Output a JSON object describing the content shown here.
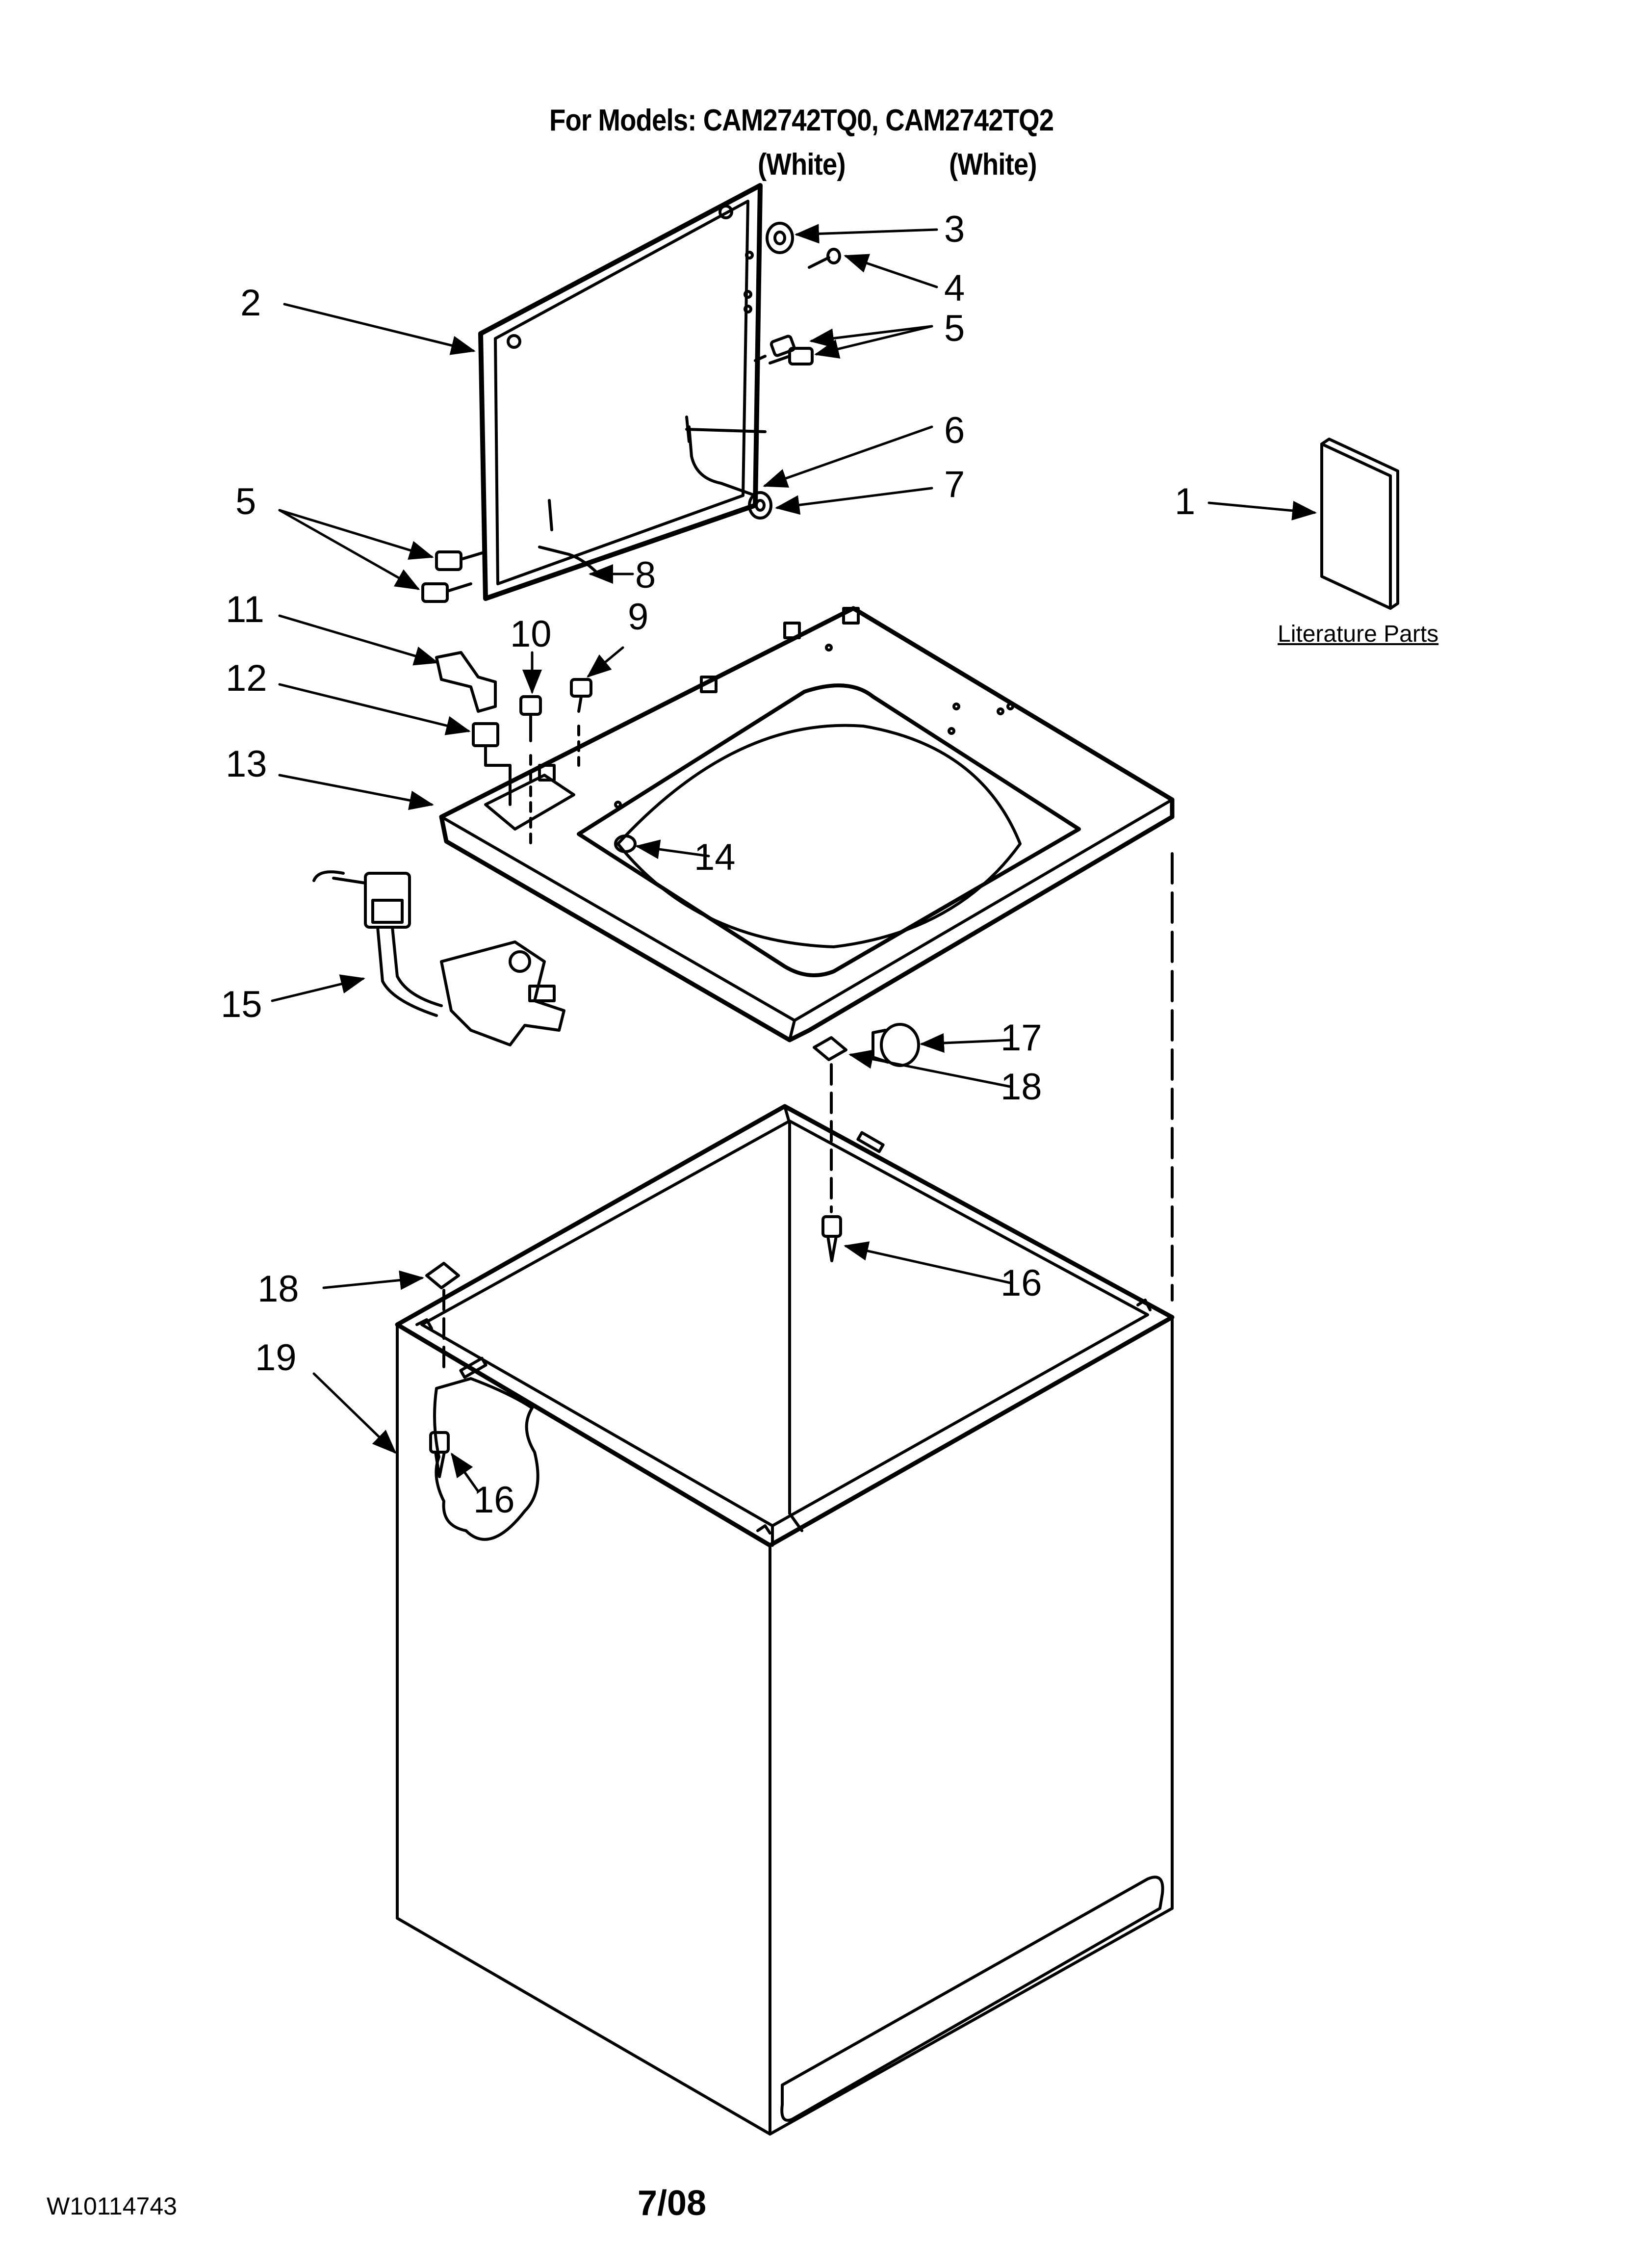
{
  "header": {
    "models_line": "For Models: CAM2742TQ0, CAM2742TQ2",
    "color_a": "(White)",
    "color_b": "(White)"
  },
  "literature": {
    "label": "Literature Parts"
  },
  "callouts": {
    "c1": "1",
    "c2": "2",
    "c3": "3",
    "c4": "4",
    "c5a": "5",
    "c5b": "5",
    "c6": "6",
    "c7": "7",
    "c8": "8",
    "c9": "9",
    "c10": "10",
    "c11": "11",
    "c12": "12",
    "c13": "13",
    "c14": "14",
    "c15": "15",
    "c16a": "16",
    "c16b": "16",
    "c17": "17",
    "c18a": "18",
    "c18b": "18",
    "c19": "19"
  },
  "footer": {
    "doc_number": "W10114743",
    "date": "7/08"
  },
  "colors": {
    "line": "#000000",
    "background": "#ffffff"
  }
}
